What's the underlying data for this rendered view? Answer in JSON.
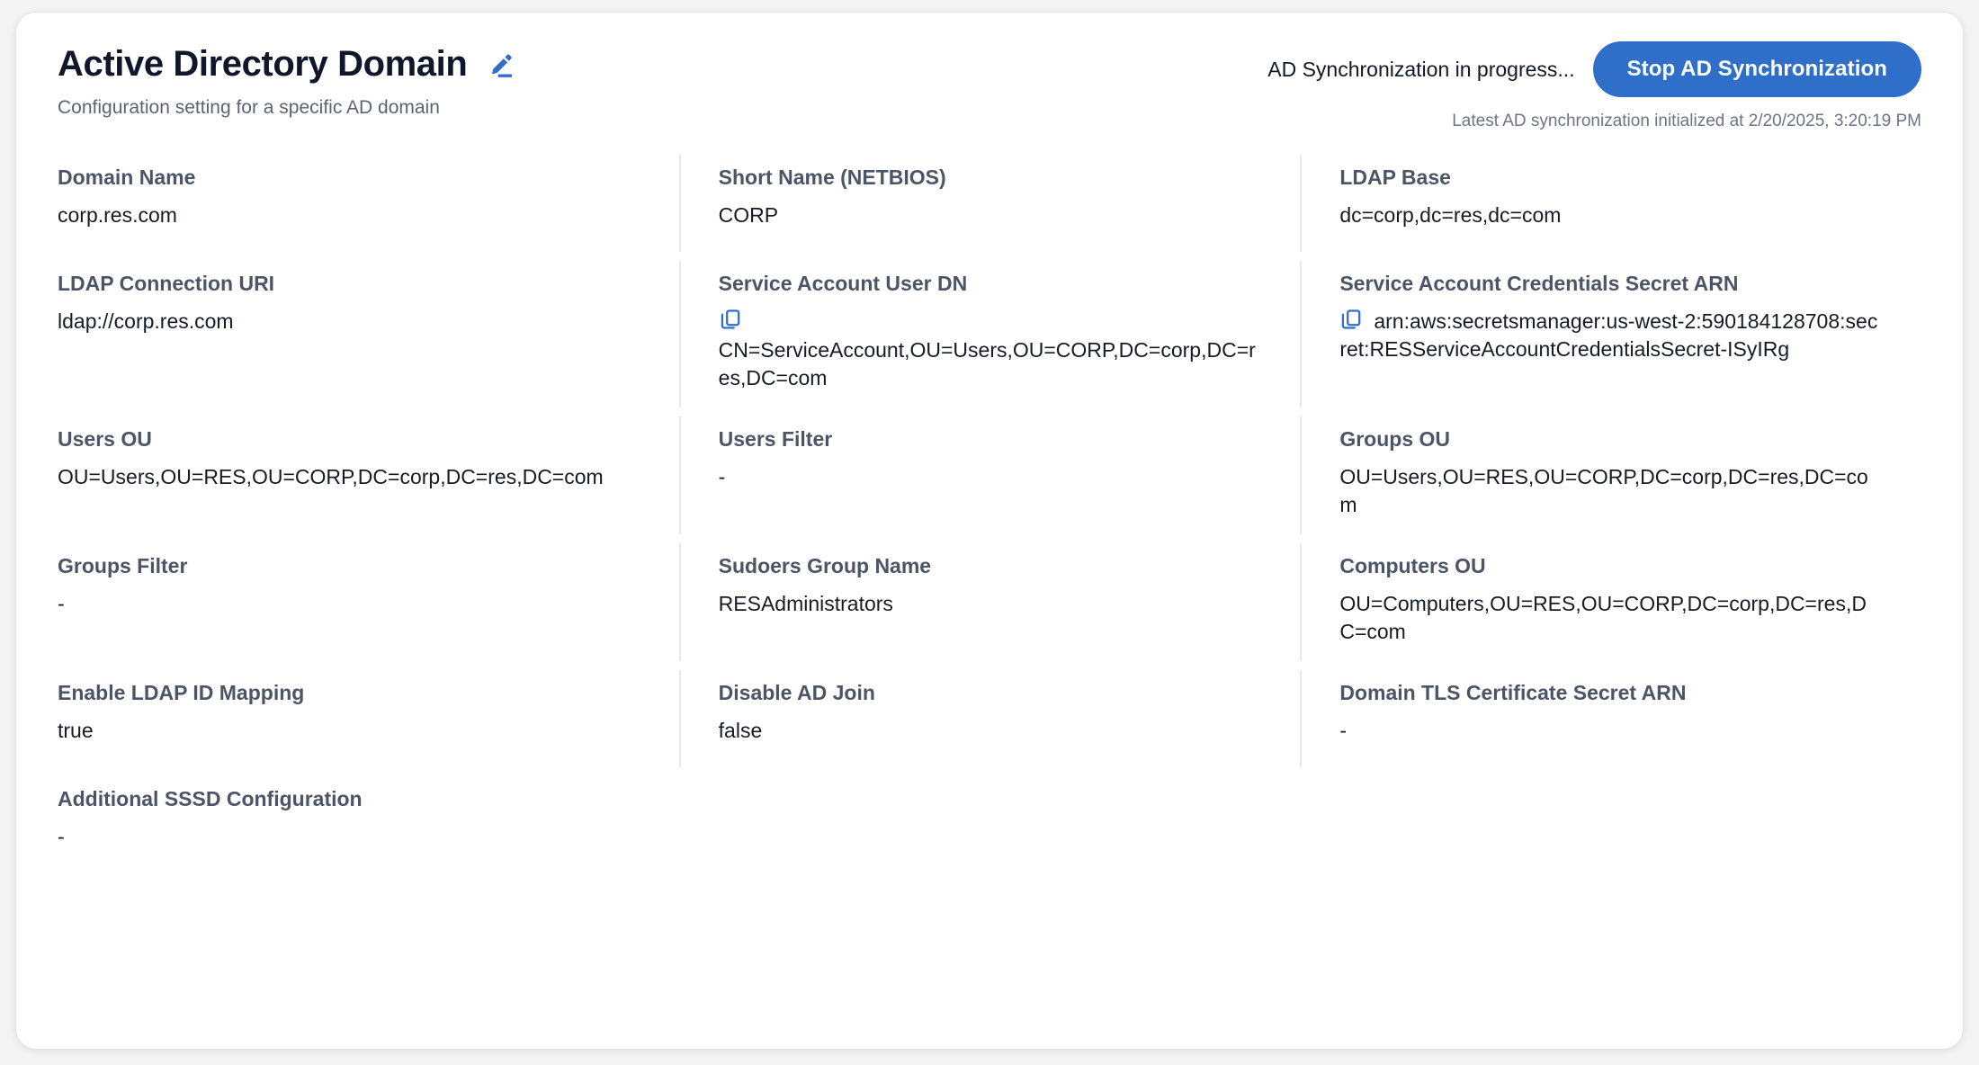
{
  "header": {
    "title": "Active Directory Domain",
    "subtitle": "Configuration setting for a specific AD domain",
    "edit_icon": "pencil-edit-icon",
    "sync_status": "AD Synchronization in progress...",
    "stop_sync_label": "Stop AD Synchronization",
    "sync_timestamp": "Latest AD synchronization initialized at 2/20/2025, 3:20:19 PM"
  },
  "colors": {
    "accent": "#2f6fc9",
    "title": "#0f172a",
    "label": "#4c5566",
    "value": "#161b26",
    "muted": "#6b7584",
    "divider": "#e6e8ec",
    "card_bg": "#ffffff",
    "page_bg": "#f4f4f4"
  },
  "fields": [
    {
      "label": "Domain Name",
      "value": "corp.res.com",
      "copy": false
    },
    {
      "label": "Short Name (NETBIOS)",
      "value": "CORP",
      "copy": false
    },
    {
      "label": "LDAP Base",
      "value": "dc=corp,dc=res,dc=com",
      "copy": false
    },
    {
      "label": "LDAP Connection URI",
      "value": "ldap://corp.res.com",
      "copy": false
    },
    {
      "label": "Service Account User DN",
      "value": "CN=ServiceAccount,OU=Users,OU=CORP,DC=corp,DC=res,DC=com",
      "copy": "copy-icon-block"
    },
    {
      "label": "Service Account Credentials Secret ARN",
      "value": "arn:aws:secretsmanager:us-west-2:590184128708:secret:RESServiceAccountCredentialsSecret-ISyIRg",
      "copy": "copy-icon-inline"
    },
    {
      "label": "Users OU",
      "value": "OU=Users,OU=RES,OU=CORP,DC=corp,DC=res,DC=com",
      "copy": false
    },
    {
      "label": "Users Filter",
      "value": "-",
      "copy": false
    },
    {
      "label": "Groups OU",
      "value": "OU=Users,OU=RES,OU=CORP,DC=corp,DC=res,DC=com",
      "copy": false
    },
    {
      "label": "Groups Filter",
      "value": "-",
      "copy": false
    },
    {
      "label": "Sudoers Group Name",
      "value": "RESAdministrators",
      "copy": false
    },
    {
      "label": "Computers OU",
      "value": "OU=Computers,OU=RES,OU=CORP,DC=corp,DC=res,DC=com",
      "copy": false
    },
    {
      "label": "Enable LDAP ID Mapping",
      "value": "true",
      "copy": false
    },
    {
      "label": "Disable AD Join",
      "value": "false",
      "copy": false
    },
    {
      "label": "Domain TLS Certificate Secret ARN",
      "value": "-",
      "copy": false
    },
    {
      "label": "Additional SSSD Configuration",
      "value": "-",
      "copy": false
    }
  ]
}
